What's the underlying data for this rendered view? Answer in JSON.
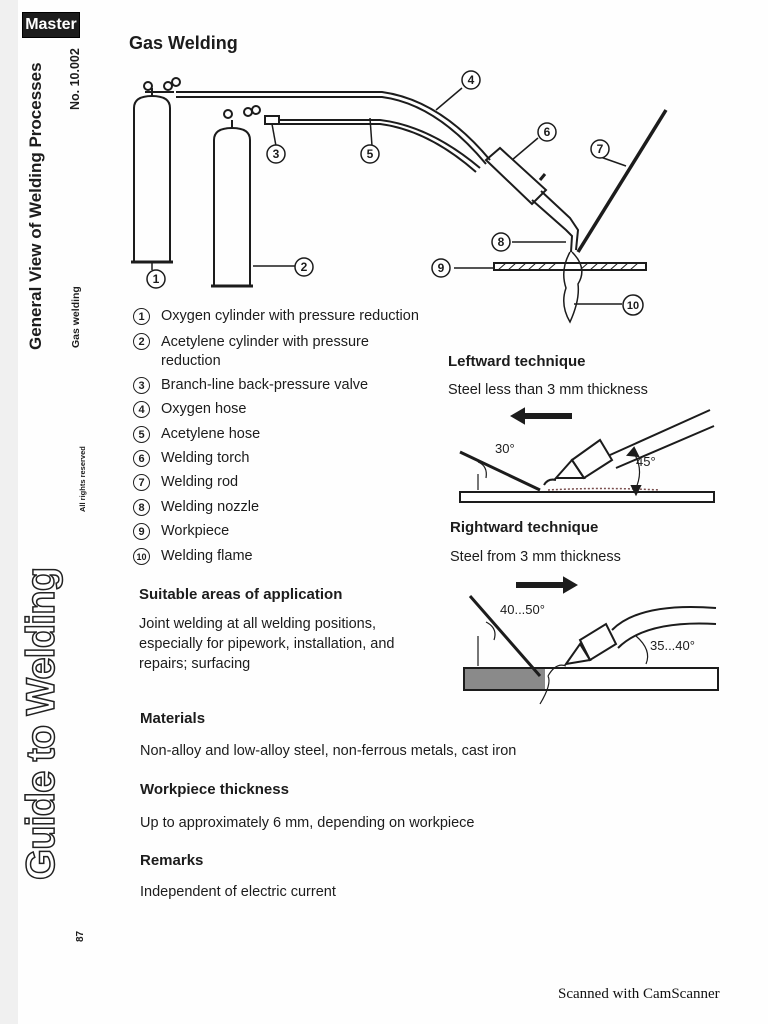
{
  "sidebar": {
    "brand": "Master",
    "series_title": "General View of Welding Processes",
    "doc_number": "No. 10.002",
    "subject": "Gas welding",
    "rights": "All rights reserved",
    "logo": "Guide to Welding",
    "page_number": "87"
  },
  "title": "Gas Welding",
  "diagram_labels": [
    "1",
    "2",
    "3",
    "4",
    "5",
    "6",
    "7",
    "8",
    "9",
    "10"
  ],
  "legend": [
    {
      "num": "1",
      "text": "Oxygen cylinder with pressure reduction"
    },
    {
      "num": "2",
      "text": "Acetylene cylinder with pressure reduction"
    },
    {
      "num": "3",
      "text": "Branch-line back-pressure valve"
    },
    {
      "num": "4",
      "text": "Oxygen hose"
    },
    {
      "num": "5",
      "text": "Acetylene hose"
    },
    {
      "num": "6",
      "text": "Welding torch"
    },
    {
      "num": "7",
      "text": "Welding rod"
    },
    {
      "num": "8",
      "text": "Welding nozzle"
    },
    {
      "num": "9",
      "text": "Workpiece"
    },
    {
      "num": "10",
      "text": "Welding flame"
    }
  ],
  "leftward": {
    "heading": "Leftward technique",
    "note": "Steel less than 3 mm thickness",
    "angle_rod": "30°",
    "angle_torch": "45°"
  },
  "rightward": {
    "heading": "Rightward technique",
    "note": "Steel from 3 mm thickness",
    "angle_rod": "40...50°",
    "angle_torch": "35...40°"
  },
  "sections": {
    "application_heading": "Suitable areas of application",
    "application_text": "Joint welding at all welding positions, especially for pipework, installation, and repairs; surfacing",
    "materials_heading": "Materials",
    "materials_text": "Non-alloy and low-alloy steel, non-ferrous metals, cast iron",
    "thickness_heading": "Workpiece thickness",
    "thickness_text": "Up to approximately 6 mm, depending on workpiece",
    "remarks_heading": "Remarks",
    "remarks_text": "Independent of electric current"
  },
  "footer": "Scanned with CamScanner"
}
